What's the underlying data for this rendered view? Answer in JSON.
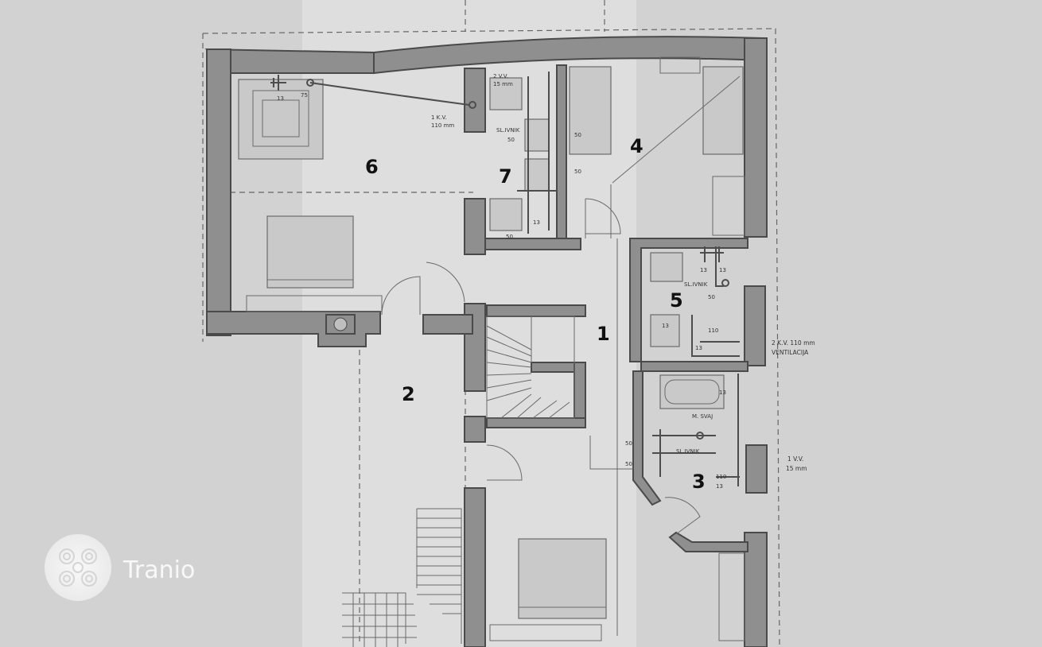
{
  "rooms": [
    {
      "id": "1",
      "label": "1"
    },
    {
      "id": "2",
      "label": "2"
    },
    {
      "id": "3",
      "label": "3"
    },
    {
      "id": "4",
      "label": "4"
    },
    {
      "id": "5",
      "label": "5"
    },
    {
      "id": "6",
      "label": "6"
    },
    {
      "id": "7",
      "label": "7"
    }
  ],
  "annotations": {
    "kv_top": "1 K.V.",
    "kv_top_size": "110 mm",
    "vv_top": "2 V.V.",
    "vv_top_size": "15 mm",
    "ventilation_1": "2 K.V. 110 mm",
    "ventilation_2": "VENTILACIJA",
    "vv_right": "1 V.V.",
    "vv_right_size": "15 mm",
    "slivnik": "SL.IVNIK",
    "m_tag": "M. SVAJ",
    "n13": "13",
    "n50": "50",
    "n75": "75",
    "n110": "110"
  },
  "watermark": {
    "text": "Tranio"
  }
}
